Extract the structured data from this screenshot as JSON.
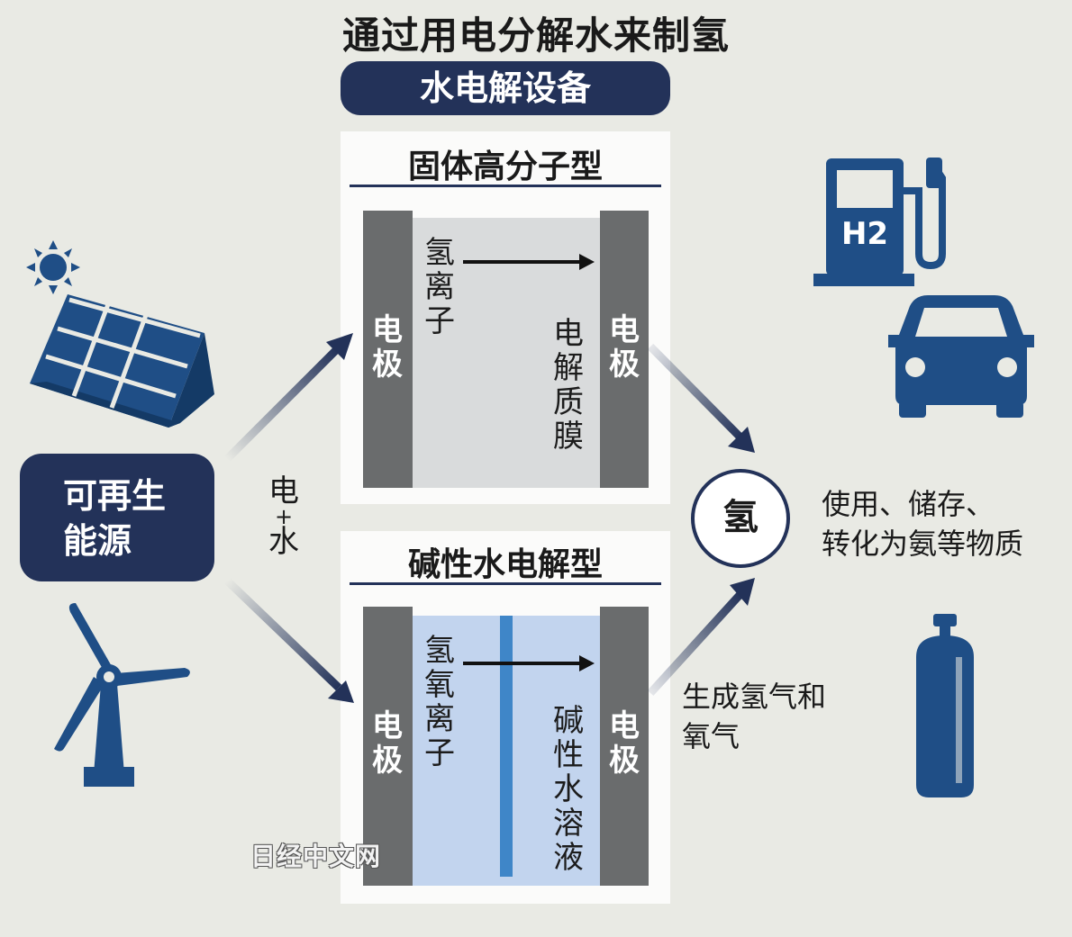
{
  "title": "通过用电分解水来制氢",
  "equipment_label": "水电解设备",
  "renewable_label_line1": "可再生",
  "renewable_label_line2": "能源",
  "input_label_top": "电",
  "input_label_plus": "+",
  "input_label_bottom": "水",
  "pem": {
    "title": "固体高分子型",
    "electrode_label": "电极",
    "ion_label": "氢离子",
    "membrane_label": "电解质膜"
  },
  "alkaline": {
    "title": "碱性水电解型",
    "electrode_label": "电极",
    "ion_label": "氢氧离子",
    "solution_label": "碱性水溶液",
    "output_line1": "生成氢气和",
    "output_line2": "氧气"
  },
  "hydrogen_label": "氢",
  "usage_line1": "使用、储存、",
  "usage_line2": "转化为氨等物质",
  "pump_label": "H2",
  "watermark": "日经中文网",
  "colors": {
    "navy": "#233259",
    "icon_blue": "#1f4e86",
    "electrode_gray": "#6a6c6d",
    "pem_gray": "#d9dbdc",
    "alkaline_blue": "#c2d4ee",
    "separator_blue": "#3f86c8"
  },
  "icons": [
    "sun-icon",
    "solar-panel-icon",
    "wind-turbine-icon",
    "hydrogen-pump-icon",
    "car-icon",
    "gas-cylinder-icon"
  ]
}
